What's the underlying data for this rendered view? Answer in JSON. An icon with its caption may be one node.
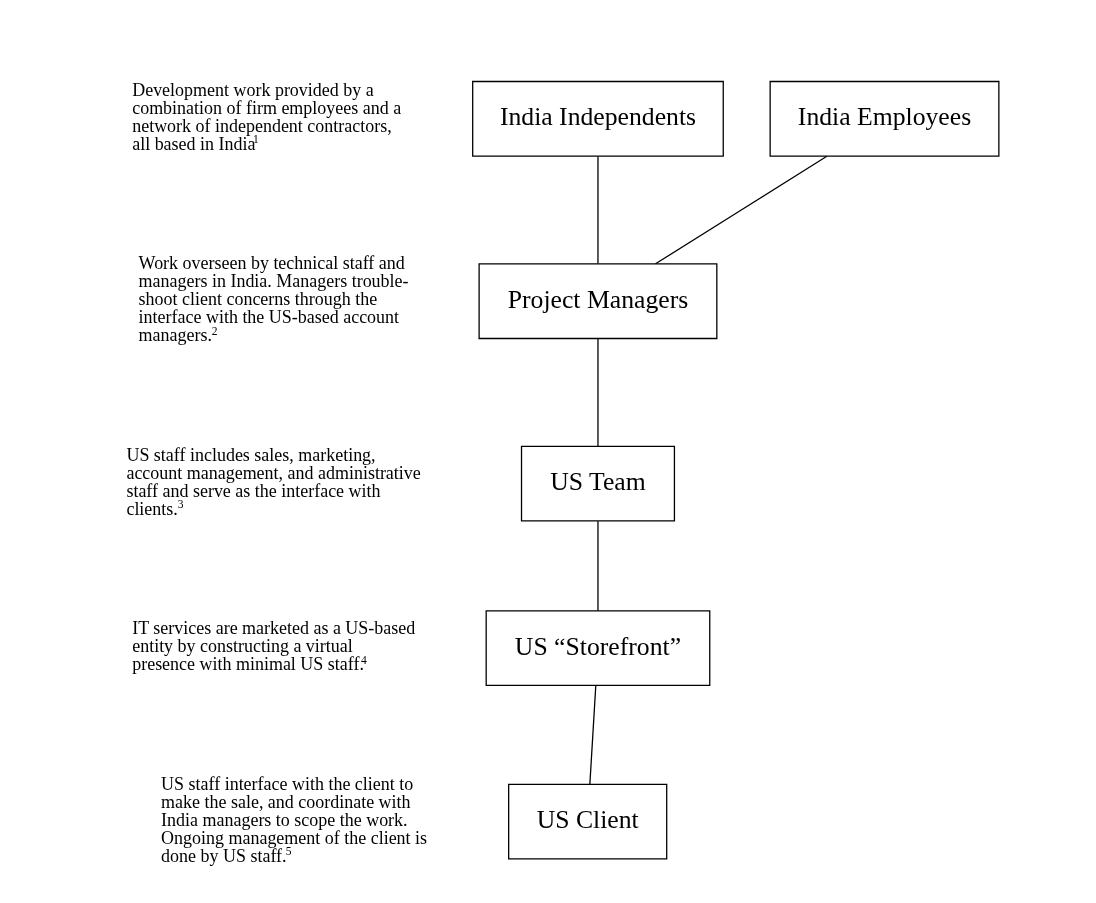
{
  "diagram": {
    "nodes": [
      {
        "text": [
          "India Employees"
        ]
      },
      {
        "text": [
          "India Independents"
        ]
      },
      {
        "text": [
          "Project Managers"
        ]
      },
      {
        "text": [
          "US Team"
        ]
      },
      {
        "text": [
          "US “Storefront”"
        ]
      },
      {
        "text": [
          "US Client"
        ]
      }
    ],
    "edges": [
      {
        "from": 0,
        "to": 2,
        "arrow": "none"
      },
      {
        "from": 1,
        "to": 2,
        "arrow": "none"
      },
      {
        "from": 2,
        "to": 3,
        "arrow": "none"
      },
      {
        "from": 3,
        "to": 4,
        "arrow": "none"
      },
      {
        "from": 4,
        "to": 5,
        "arrow": "none"
      }
    ],
    "labels": [
      "Development work provided by a combination of firm employees and a network of independent contractors, all based in India$^{1}$",
      "Work overseen by technical staff and managers in India. Managers trouble-shoot client concerns through the interface with the US-based account managers.$^{2}$",
      "US staff includes sales, marketing, account management, and administrative staff and serve as the interface with clients.$^{3}$",
      "IT services are marketed as a US-based entity by constructing a virtual presence with minimal US staff.$^{4}$",
      "US staff interface with the client to make the sale, and coordinate with India managers to scope the work. Ongoing management of the client is done by US staff.$^{5}$"
    ]
  }
}
